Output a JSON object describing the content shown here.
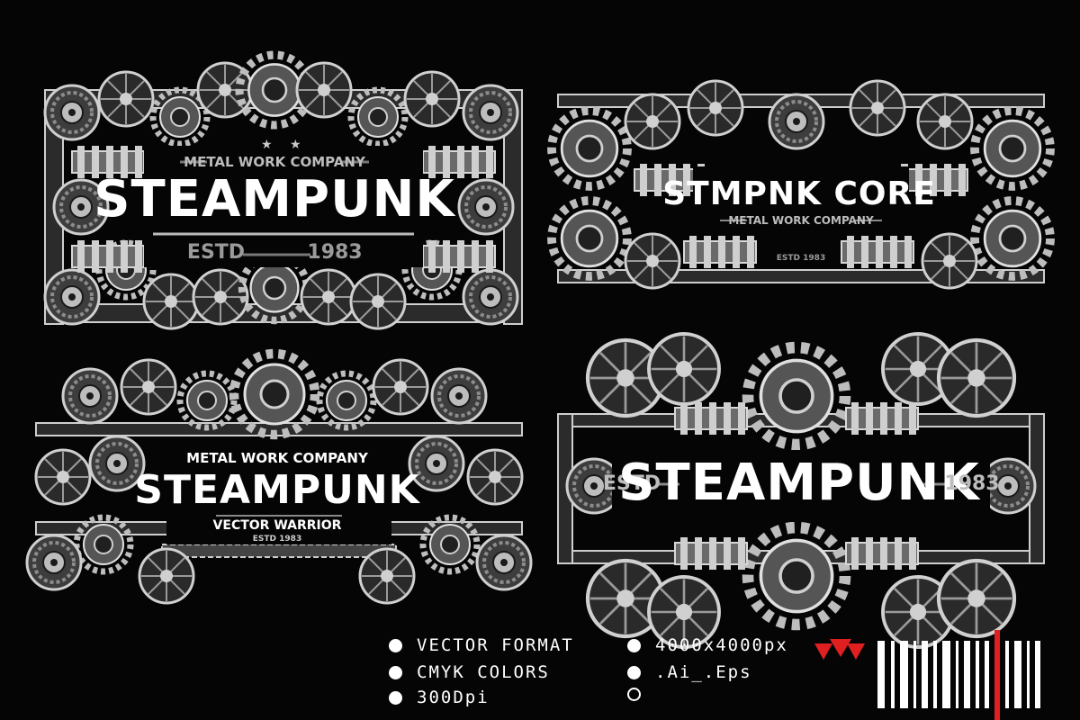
{
  "colors": {
    "background": "#050505",
    "gear_light": "#d9d9d9",
    "gear_mid": "#8c8c8c",
    "gear_dark": "#4a4a4a",
    "accent_red": "#e02020"
  },
  "emblems": [
    {
      "name": "emblem-1",
      "top_label": "METAL WORK COMPANY",
      "title": "STEAMPUNK",
      "left_small": "ESTD",
      "right_small": "1983"
    },
    {
      "name": "emblem-2",
      "title": "STMPNK CORE",
      "subtitle": "METAL WORK COMPANY",
      "small": "ESTD 1983"
    },
    {
      "name": "emblem-3",
      "top_label": "METAL WORK COMPANY",
      "title": "STEAMPUNK",
      "subtitle": "VECTOR WARRIOR",
      "small": "ESTD 1983"
    },
    {
      "name": "emblem-4",
      "title": "STEAMPUNK",
      "left_small": "ESTD",
      "right_small": "1983"
    }
  ],
  "features": {
    "left": [
      "VECTOR FORMAT",
      "CMYK COLORS",
      "300Dpi"
    ],
    "right": [
      "4000x4000px",
      ".Ai_.Eps",
      ""
    ]
  },
  "brand": {
    "logo": "vector-warrior-logo",
    "barcode": "barcode-icon"
  }
}
